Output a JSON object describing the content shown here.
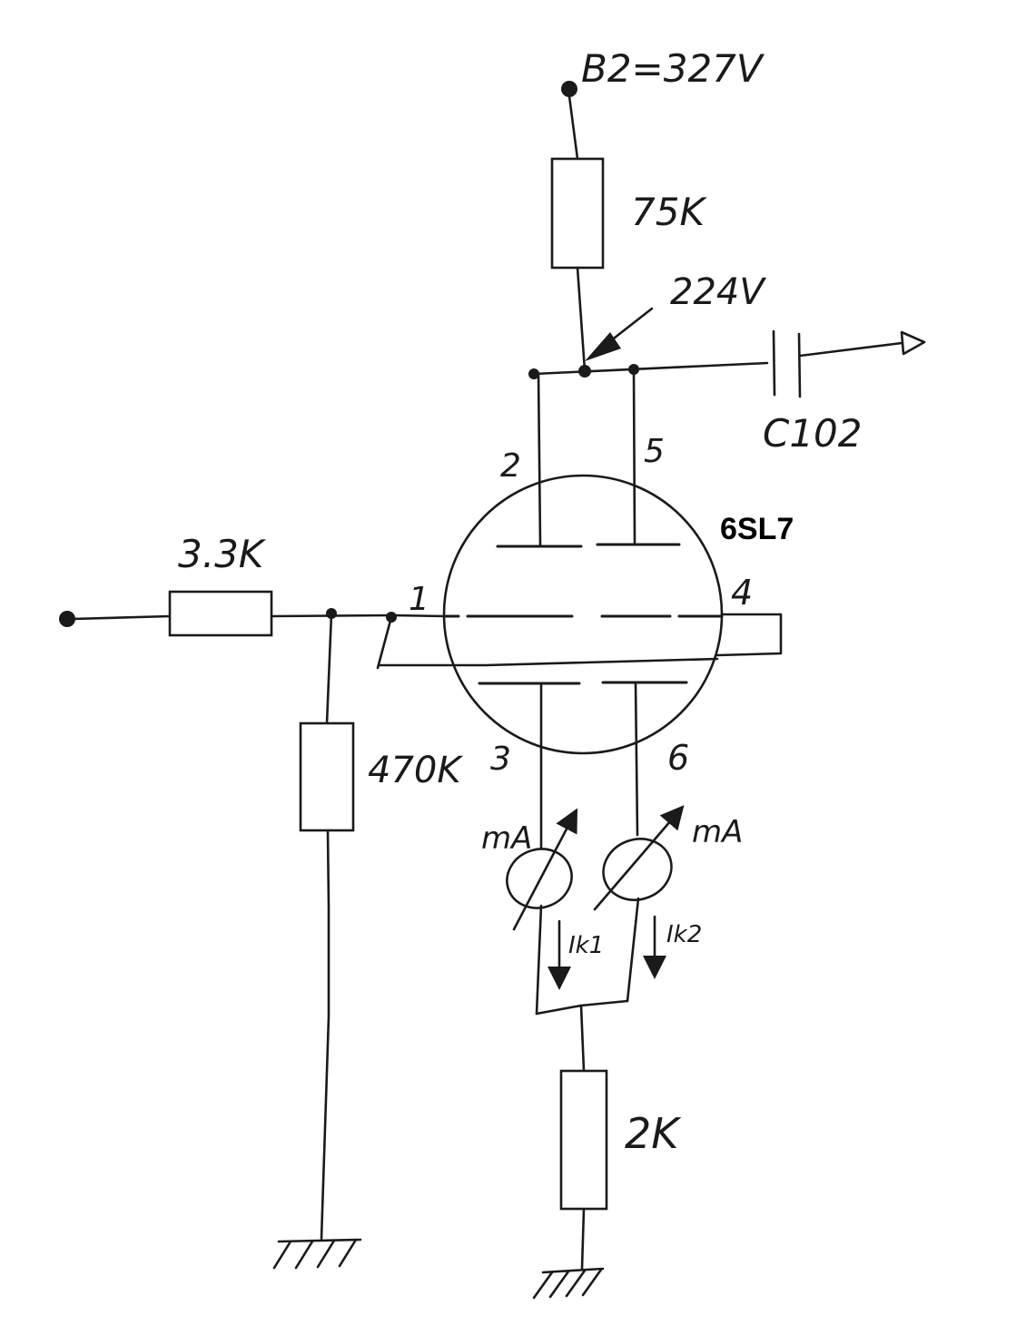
{
  "labels": {
    "supply": "B2=327V",
    "r_plate": "75K",
    "plate_voltage": "224V",
    "capacitor": "C102",
    "tube": "6SL7",
    "r_input": "3.3K",
    "r_grid": "470K",
    "r_cathode": "2K",
    "meter_left": "mA",
    "meter_right": "mA",
    "current_1": "Ik1",
    "current_2": "Ik2"
  },
  "pins": {
    "p1": "1",
    "p2": "2",
    "p3": "3",
    "p4": "4",
    "p5": "5",
    "p6": "6"
  }
}
